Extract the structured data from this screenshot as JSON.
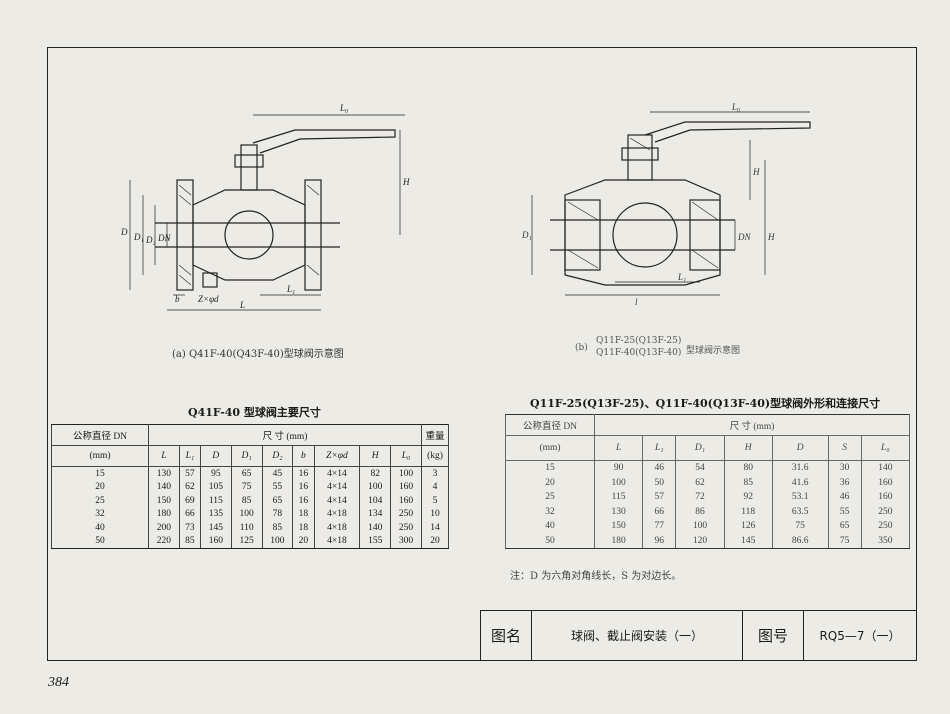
{
  "drawing_a": {
    "caption": "(a) Q41F-40(Q43F-40)型球阀示意图",
    "labels": {
      "L0": "L₀",
      "H": "H",
      "D": "D",
      "D1": "D₁",
      "D2": "D₂",
      "DN": "DN",
      "b": "b",
      "zd": "Z×φd",
      "L1": "L₁",
      "L": "L"
    }
  },
  "drawing_b": {
    "caption_prefix": "(b)",
    "caption_line1": "Q11F-25(Q13F-25)",
    "caption_line2": "Q11F-40(Q13F-40)",
    "caption_suffix": "型球阀示意图",
    "labels": {
      "L0": "L₀",
      "H": "H",
      "D1": "D₁",
      "DN": "DN",
      "H2": "H",
      "L1": "L₁",
      "L": "l"
    }
  },
  "table1": {
    "title": "Q41F-40 型球阀主要尺寸",
    "h_dn": "公称直径 DN",
    "h_mm": "(mm)",
    "h_size": "尺    寸    (mm)",
    "h_weight": "重量",
    "h_kg": "(kg)",
    "cols": [
      "L",
      "L₁",
      "D",
      "D₁",
      "D₂",
      "b",
      "Z×φd",
      "H",
      "L₀"
    ],
    "rows": [
      [
        "15",
        "130",
        "57",
        "95",
        "65",
        "45",
        "16",
        "4×14",
        "82",
        "100",
        "3"
      ],
      [
        "20",
        "140",
        "62",
        "105",
        "75",
        "55",
        "16",
        "4×14",
        "100",
        "160",
        "4"
      ],
      [
        "25",
        "150",
        "69",
        "115",
        "85",
        "65",
        "16",
        "4×14",
        "104",
        "160",
        "5"
      ],
      [
        "32",
        "180",
        "66",
        "135",
        "100",
        "78",
        "18",
        "4×18",
        "134",
        "250",
        "10"
      ],
      [
        "40",
        "200",
        "73",
        "145",
        "110",
        "85",
        "18",
        "4×18",
        "140",
        "250",
        "14"
      ],
      [
        "50",
        "220",
        "85",
        "160",
        "125",
        "100",
        "20",
        "4×18",
        "155",
        "300",
        "20"
      ]
    ]
  },
  "table2": {
    "title": "Q11F-25(Q13F-25)、Q11F-40(Q13F-40)型球阀外形和连接尺寸",
    "h_dn": "公称直径 DN",
    "h_mm": "(mm)",
    "h_size": "尺    寸    (mm)",
    "cols": [
      "L",
      "L₁",
      "D₁",
      "H",
      "D",
      "S",
      "L₀"
    ],
    "rows": [
      [
        "15",
        "90",
        "46",
        "54",
        "80",
        "31.6",
        "30",
        "140"
      ],
      [
        "20",
        "100",
        "50",
        "62",
        "85",
        "41.6",
        "36",
        "160"
      ],
      [
        "25",
        "115",
        "57",
        "72",
        "92",
        "53.1",
        "46",
        "160"
      ],
      [
        "32",
        "130",
        "66",
        "86",
        "118",
        "63.5",
        "55",
        "250"
      ],
      [
        "40",
        "150",
        "77",
        "100",
        "126",
        "75",
        "65",
        "250"
      ],
      [
        "50",
        "180",
        "96",
        "120",
        "145",
        "86.6",
        "75",
        "350"
      ]
    ],
    "note": "注：D 为六角对角线长，S 为对边长。"
  },
  "title_block": {
    "label_name": "图名",
    "name": "球阀、截止阀安装（一）",
    "label_no": "图号",
    "number": "RQ5—7（一）"
  },
  "page_number": "384"
}
